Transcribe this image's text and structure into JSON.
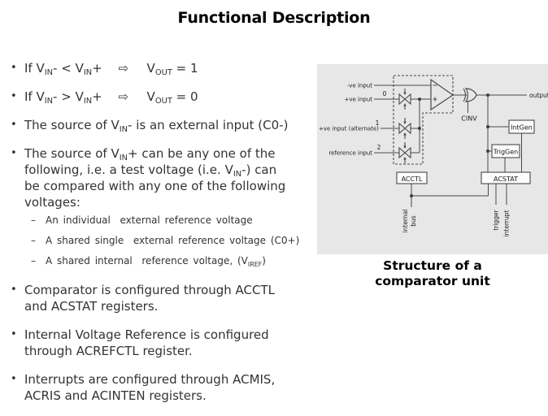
{
  "title": "Functional Description",
  "content": {
    "bullet_marker": "•",
    "sub_marker": "–",
    "bullets": [
      {
        "level": 1,
        "lines": [
          "If V~IN~- < V~IN~+  ⇨  V~OUT~ = 1"
        ]
      },
      {
        "level": 1,
        "lines": [
          "If V~IN~- > V~IN~+  ⇨  V~OUT~ = 0"
        ]
      },
      {
        "level": 1,
        "lines": [
          "The source of V~IN~- is an external input (C0-)"
        ]
      },
      {
        "level": 1,
        "lines": [
          "The source of V~IN~+ can be any one of the",
          "following, i.e. a test voltage (i.e. V~IN~-) can",
          "be compared with any one of the following",
          "voltages:"
        ]
      },
      {
        "level": 2,
        "lines": [
          "An individual  external reference voltage"
        ]
      },
      {
        "level": 2,
        "lines": [
          "A shared single  external reference voltage (C0+)"
        ]
      },
      {
        "level": 2,
        "lines": [
          "A shared internal  reference voltage, (V~IREF~)"
        ]
      },
      {
        "level": 1,
        "lines": [
          "Comparator is configured through ACCTL",
          "and ACSTAT registers."
        ]
      },
      {
        "level": 1,
        "lines": [
          "Internal Voltage Reference is configured",
          "through ACREFCTL register."
        ]
      },
      {
        "level": 1,
        "lines": [
          "Interrupts are configured through ACMIS,",
          "ACRIS and ACINTEN registers."
        ]
      }
    ]
  },
  "diagram": {
    "labels": {
      "neg_input": "-ve input",
      "pos_input": "+ve input",
      "pos_input_alt": "+ve input (alternate)",
      "ref_input": "reference input",
      "ch0": "0",
      "ch1": "1",
      "ch2": "2",
      "cinv": "CINV",
      "output": "output",
      "intgen": "IntGen",
      "triggen": "TrigGen",
      "acctl": "ACCTL",
      "acstat": "ACSTAT",
      "internal": "internal",
      "bus": "bus",
      "trigger": "trigger",
      "interrupt": "interrupt"
    },
    "caption_lines": [
      "Structure of a",
      "comparator unit"
    ]
  },
  "colors": {
    "body_text": "#333333",
    "title_text": "#000000",
    "diagram_background": "#e7e7e7",
    "diagram_line": "#4a4a4a"
  }
}
